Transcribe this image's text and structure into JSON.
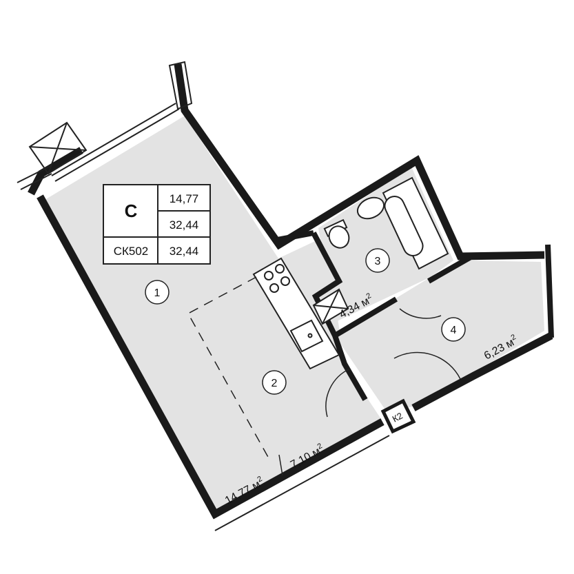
{
  "apartment": {
    "type": "С",
    "living_area": "14,77",
    "total_area": "32,44",
    "code": "СК502",
    "code_area": "32,44"
  },
  "rooms": [
    {
      "number": "1",
      "area": "14,77 м",
      "area_sup": "2"
    },
    {
      "number": "2",
      "area": "7,10 м",
      "area_sup": "2"
    },
    {
      "number": "3",
      "area": "4,34 м",
      "area_sup": "2"
    },
    {
      "number": "4",
      "area": "6,23 м",
      "area_sup": "2"
    }
  ],
  "utility_box": "К2",
  "colors": {
    "wall": "#1a1a1a",
    "floor": "#e3e3e3",
    "background": "#ffffff",
    "line": "#222222"
  }
}
